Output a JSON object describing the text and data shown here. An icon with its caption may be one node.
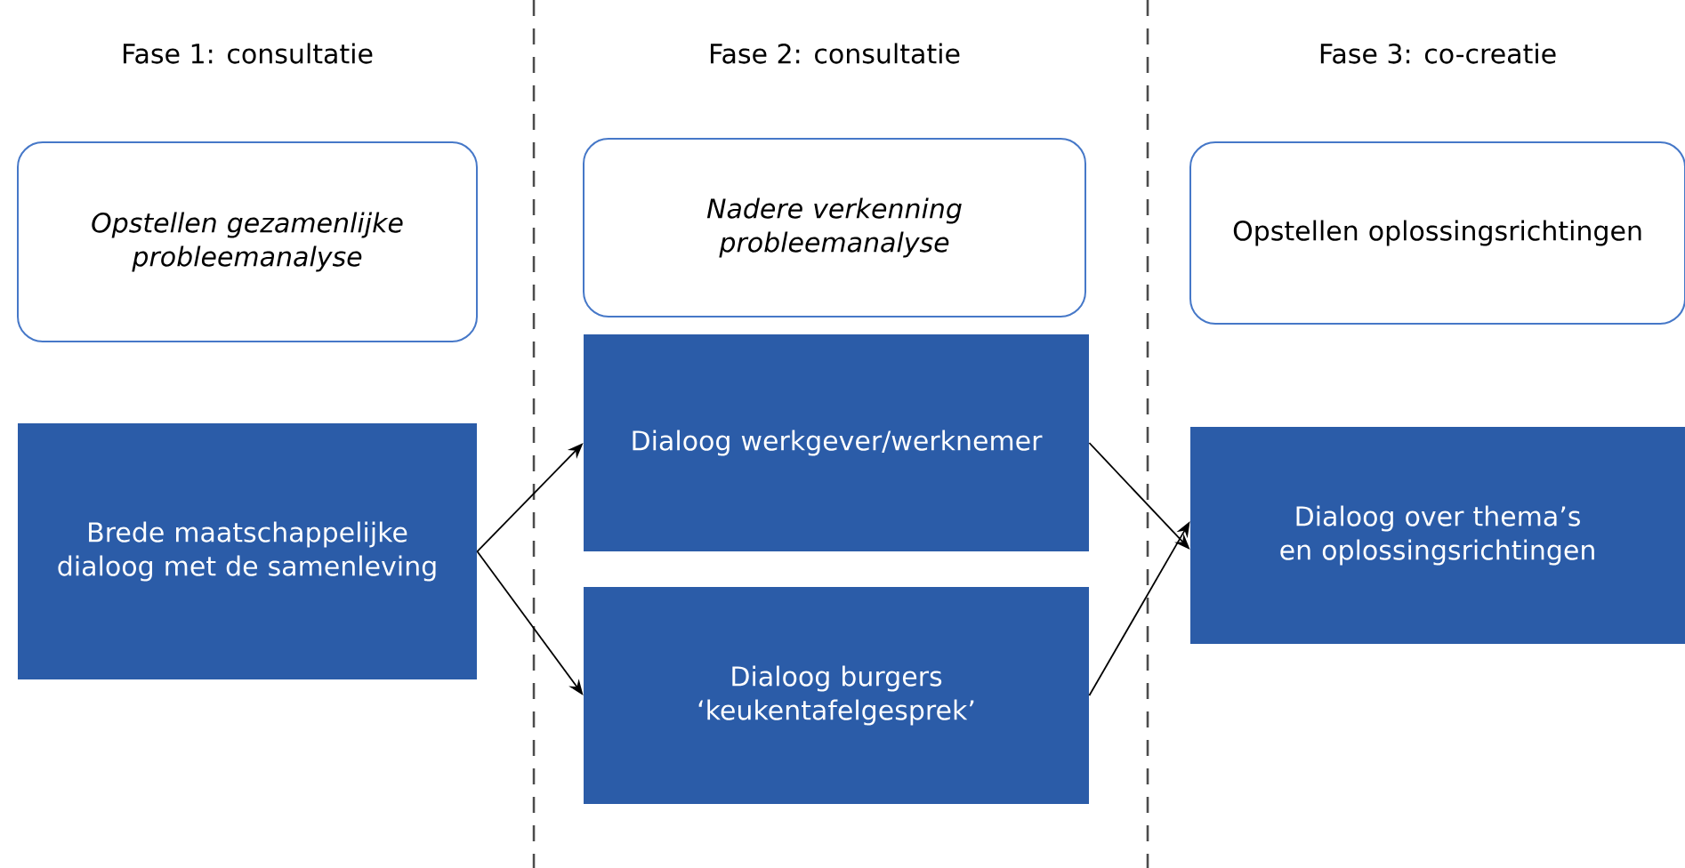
{
  "diagram": {
    "nodes": [
      {
        "text": [
          "Opstellen gezamenlijke probleemanalyse"
        ]
      },
      {
        "text": [
          "Nadere verkenning probleemanalyse"
        ]
      },
      {
        "text": [
          "Opstellen oplossingsrichtingen"
        ]
      },
      {
        "text": [
          "Brede maatschappelijke dialoog met de samenleving"
        ]
      },
      {
        "text": [
          "Dialoog werkgever/werknemer"
        ]
      },
      {
        "text": [
          "Dialoog burgers ‘keukentafelgesprek’"
        ]
      },
      {
        "text": [
          "Dialoog over thema’s en oplossingsrichtingen"
        ]
      }
    ],
    "edges": [
      {
        "from": 3,
        "to": 4,
        "arrow": "to"
      },
      {
        "from": 3,
        "to": 5,
        "arrow": "to"
      },
      {
        "from": 4,
        "to": 6,
        "arrow": "to"
      },
      {
        "from": 5,
        "to": 6,
        "arrow": "to"
      }
    ],
    "labels": [
      "Fase 1: consultatie",
      "Fase 2: consultatie",
      "Fase 3: co-creatie"
    ]
  }
}
